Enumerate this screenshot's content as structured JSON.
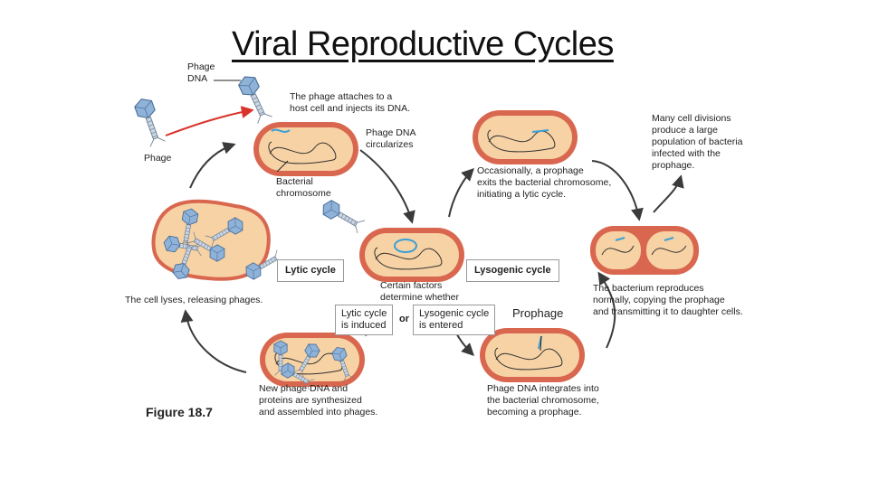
{
  "title": "Viral Reproductive Cycles",
  "figure_label": "Figure 18.7",
  "labels": {
    "phage_dna": [
      "Phage",
      "DNA"
    ],
    "phage": "Phage",
    "attach": [
      "The phage attaches to a",
      "host cell and injects its DNA."
    ],
    "circularizes": [
      "Phage DNA",
      "circularizes"
    ],
    "bact_chrom": [
      "Bacterial",
      "chromosome"
    ],
    "lyses": "The cell lyses, releasing phages.",
    "lytic_cycle": "Lytic cycle",
    "lysogenic_cycle": "Lysogenic cycle",
    "certain_factors": [
      "Certain factors",
      "determine whether"
    ],
    "lytic_induced": [
      "Lytic cycle",
      "is induced"
    ],
    "or": "or",
    "lysogenic_entered": [
      "Lysogenic cycle",
      "is entered"
    ],
    "prophage": "Prophage",
    "new_phage": [
      "New phage DNA and",
      "proteins are synthesized",
      "and assembled into phages."
    ],
    "integrates": [
      "Phage DNA integrates into",
      "the bacterial chromosome,",
      "becoming a prophage."
    ],
    "reproduces": [
      "The bacterium reproduces",
      "normally, copying the prophage",
      "and transmitting it to daughter cells."
    ],
    "occasionally": [
      "Occasionally, a prophage",
      "exits the bacterial chromosome,",
      "initiating a lytic cycle."
    ],
    "many_divisions": [
      "Many cell divisions",
      "produce a large",
      "population of bacteria",
      "infected with the",
      "prophage."
    ]
  },
  "colors": {
    "cell_fill": "#f7d2a4",
    "cell_rim": "#d9674f",
    "cell_rim_dark": "#b9473a",
    "phage_head": "#8fb2d8",
    "phage_dna": "#3aa0d8",
    "arrow": "#3a3a3a",
    "inject_arrow": "#d9342b"
  },
  "icons": [
    "phage-icon",
    "bacterium-icon",
    "arrow-icon"
  ]
}
